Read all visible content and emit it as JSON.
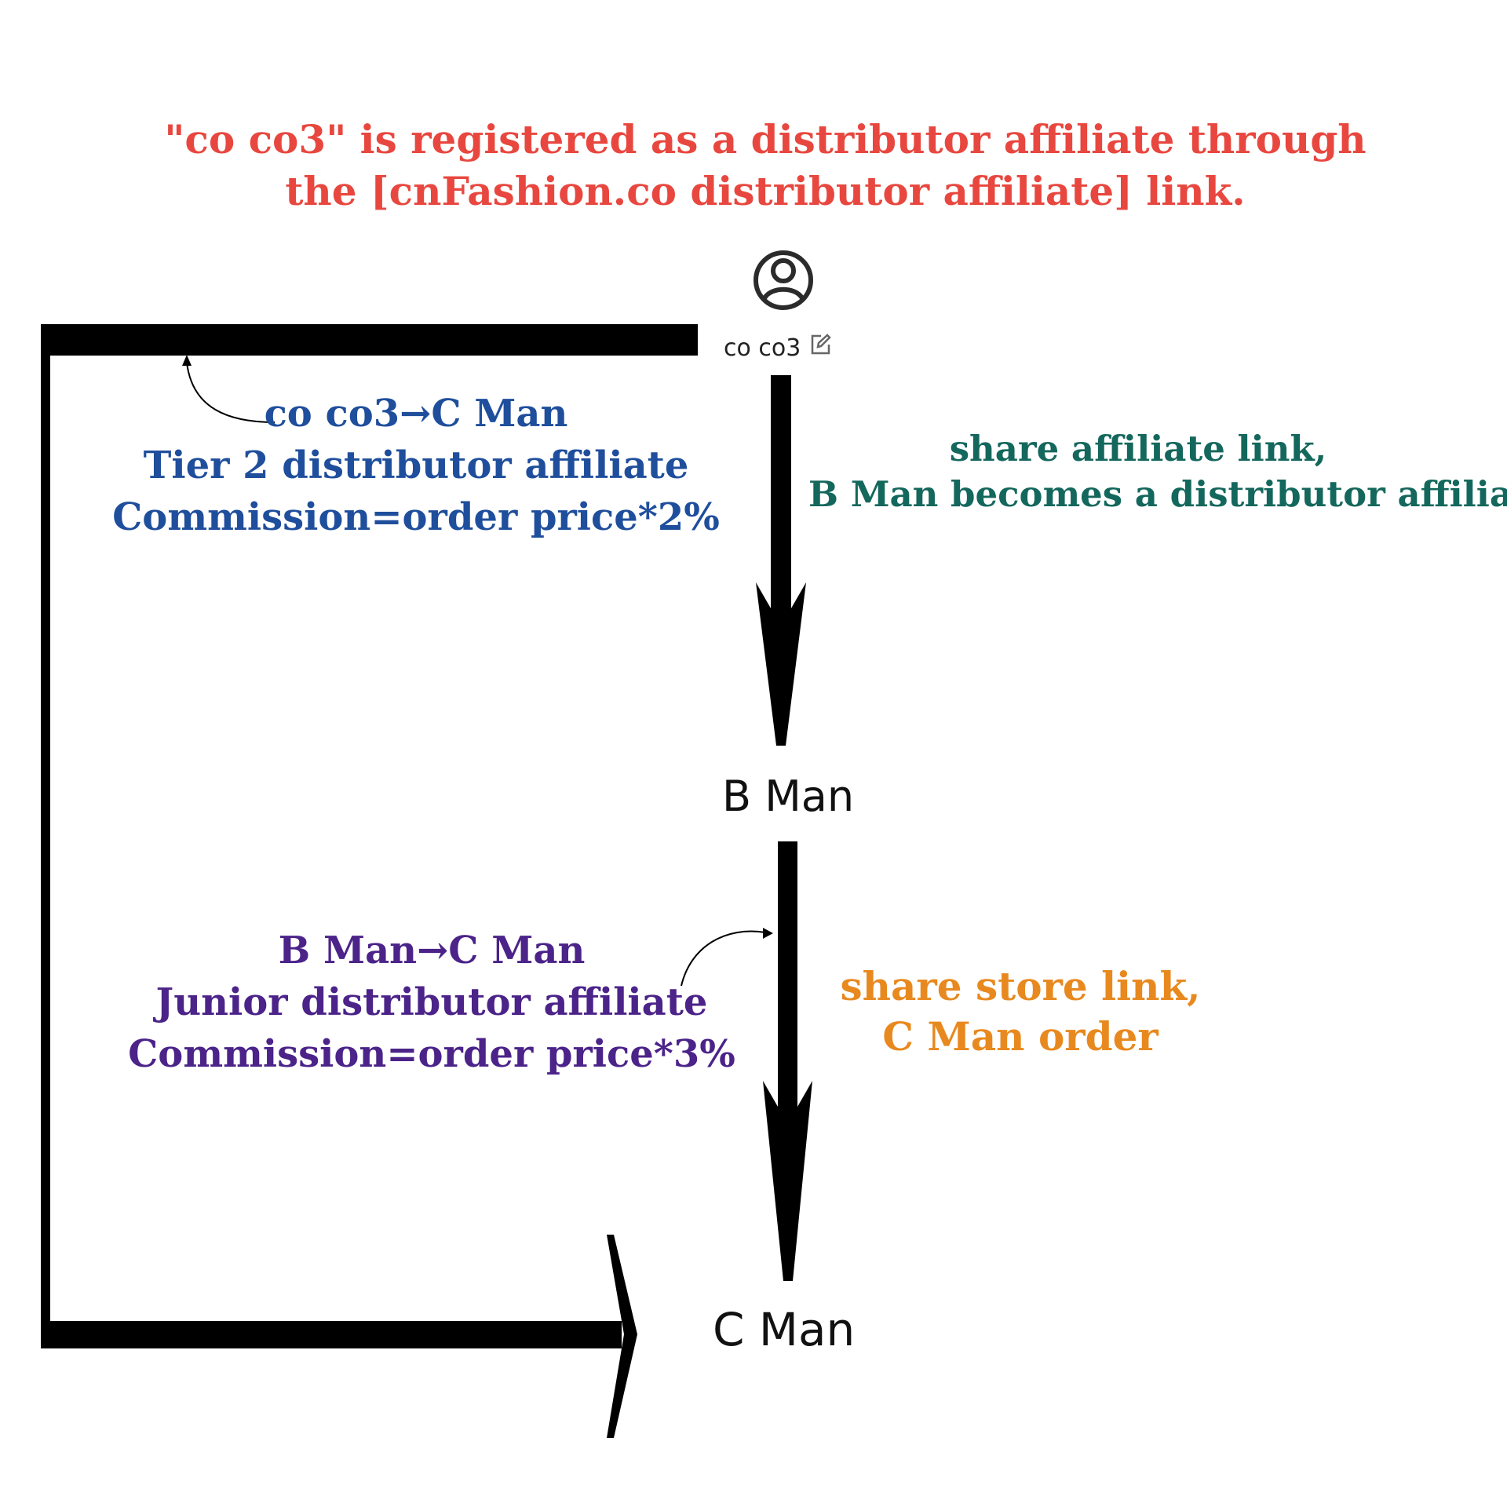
{
  "colors": {
    "title": "#e8473f",
    "tier2": "#1f4e9c",
    "junior": "#4b2389",
    "affiliate_share": "#14675c",
    "store_share": "#e8891f",
    "arrows": "#000000"
  },
  "title": {
    "line1": "\"co co3\" is registered as a distributor affiliate through",
    "line2": "the [cnFashion.co distributor affiliate] link."
  },
  "user": {
    "name": "co co3",
    "avatar_icon": "user-avatar-icon",
    "edit_icon": "edit-icon"
  },
  "nodes": {
    "b": "B Man",
    "c": "C Man"
  },
  "tier2_note": {
    "line1": "co co3→C Man",
    "line2": "Tier 2 distributor affiliate",
    "line3": "Commission=order price*2%"
  },
  "junior_note": {
    "line1": "B Man→C Man",
    "line2": "Junior distributor affiliate",
    "line3": "Commission=order price*3%"
  },
  "affiliate_share": {
    "line1": "share affiliate link,",
    "line2": "B Man becomes a distributor affiliate"
  },
  "store_share": {
    "line1": "share store link,",
    "line2": "C Man order"
  }
}
